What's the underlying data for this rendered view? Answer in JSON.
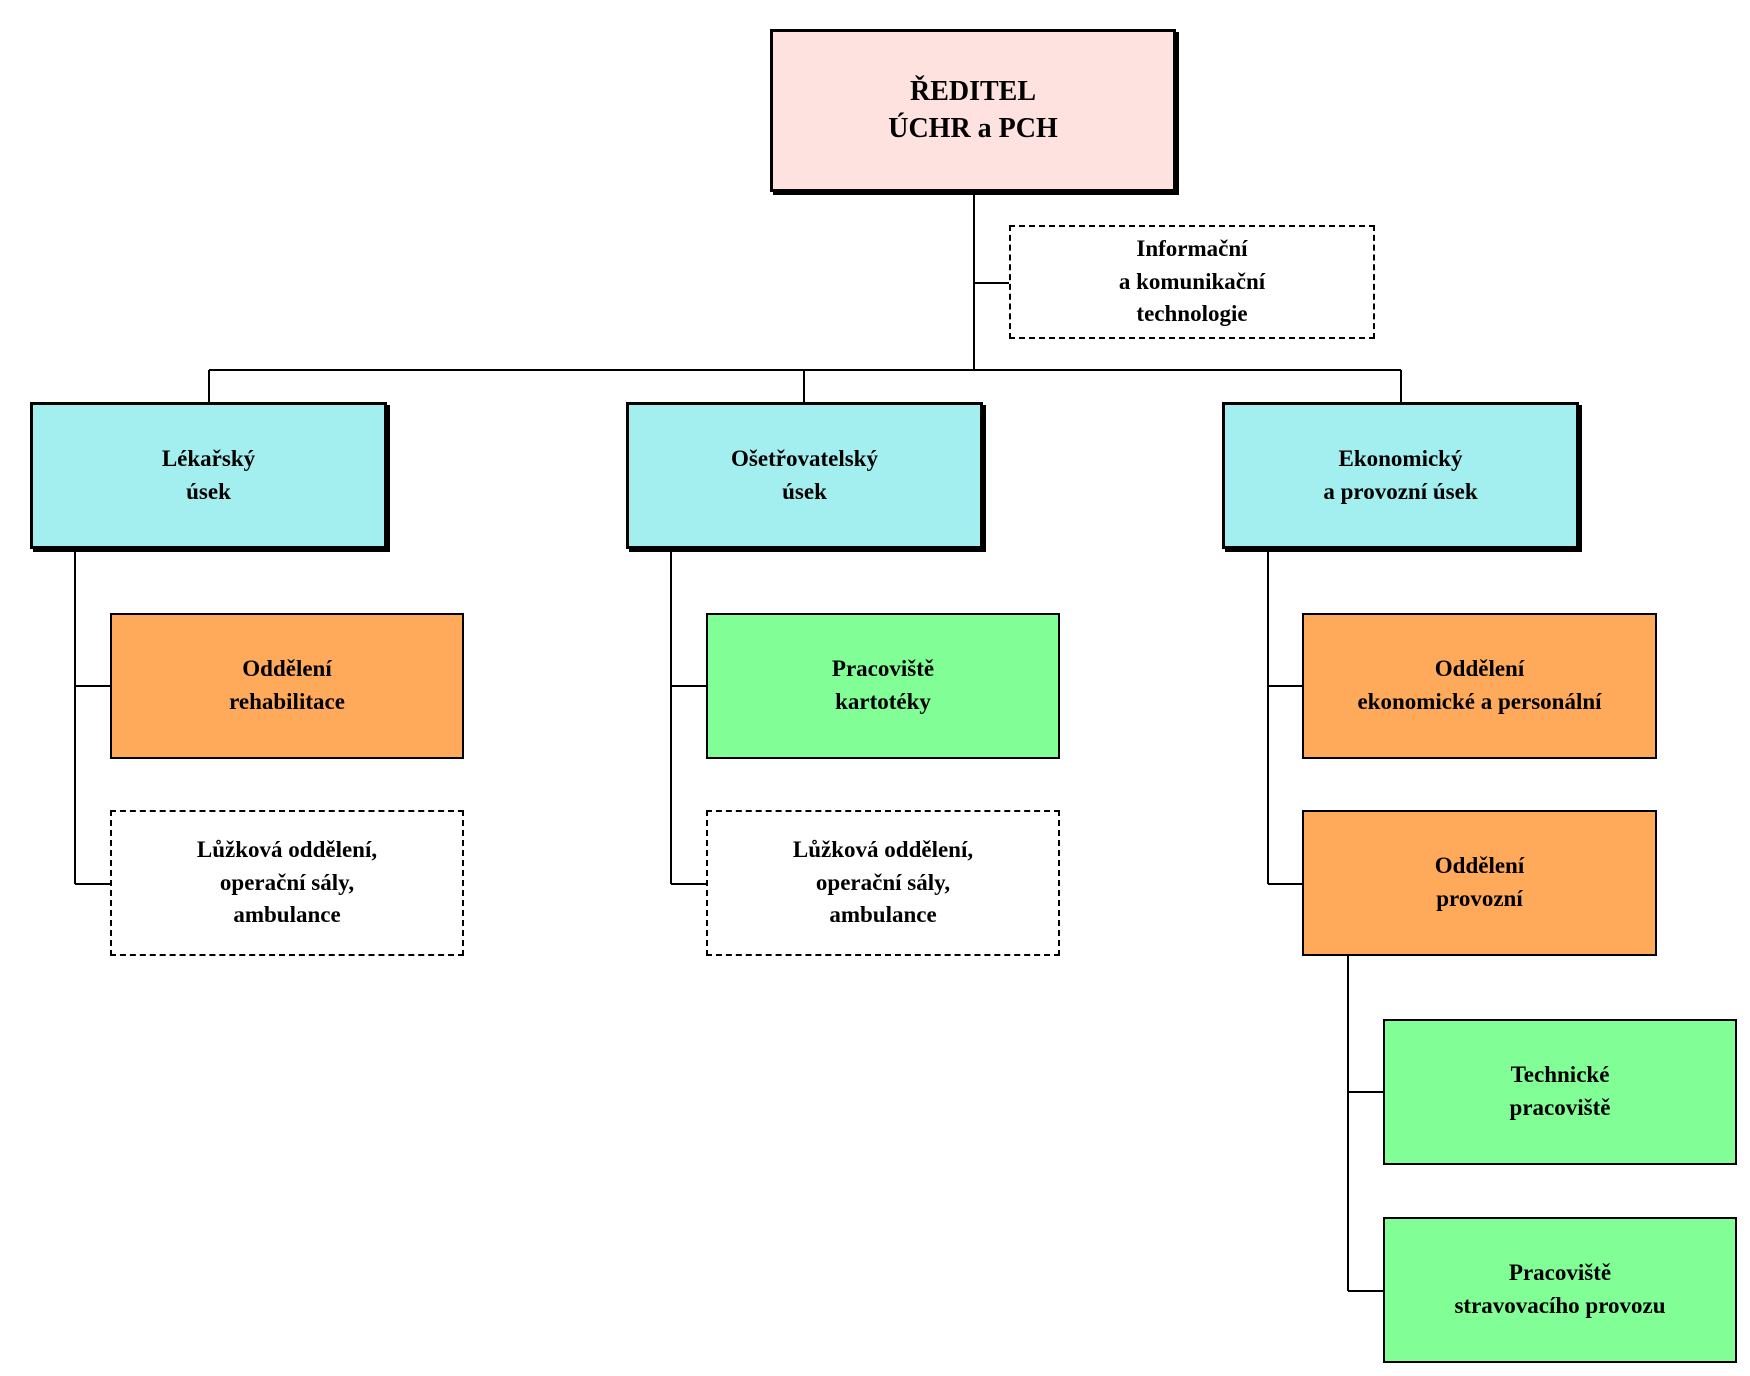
{
  "director": {
    "lines": [
      "ŘEDITEL",
      "ÚCHR a PCH"
    ]
  },
  "ict": {
    "lines": [
      "Informační",
      "a komunikační",
      "technologie"
    ]
  },
  "divisions": [
    {
      "lines": [
        "Lékařský",
        "úsek"
      ],
      "children": [
        {
          "lines": [
            "Oddělení",
            "rehabilitace"
          ]
        },
        {
          "lines": [
            "Lůžková oddělení,",
            "operační sály,",
            "ambulance"
          ]
        }
      ]
    },
    {
      "lines": [
        "Ošetřovatelský",
        "úsek"
      ],
      "children": [
        {
          "lines": [
            "Pracoviště",
            "kartotéky"
          ]
        },
        {
          "lines": [
            "Lůžková oddělení,",
            "operační sály,",
            "ambulance"
          ]
        }
      ]
    },
    {
      "lines": [
        "Ekonomický",
        "a provozní úsek"
      ],
      "children": [
        {
          "lines": [
            "Oddělení",
            "ekonomické a personální"
          ]
        },
        {
          "lines": [
            "Oddělení",
            "provozní"
          ],
          "children": [
            {
              "lines": [
                "Technické",
                "pracoviště"
              ]
            },
            {
              "lines": [
                "Pracoviště",
                "stravovacího provozu"
              ]
            }
          ]
        }
      ]
    }
  ],
  "colors": {
    "director_fill": "#fee2df",
    "division_fill": "#a3eeef",
    "department_fill": "#ffa95a",
    "workplace_fill": "#82fe96",
    "unofficial_fill": "#ffffff",
    "stroke": "#000000"
  }
}
